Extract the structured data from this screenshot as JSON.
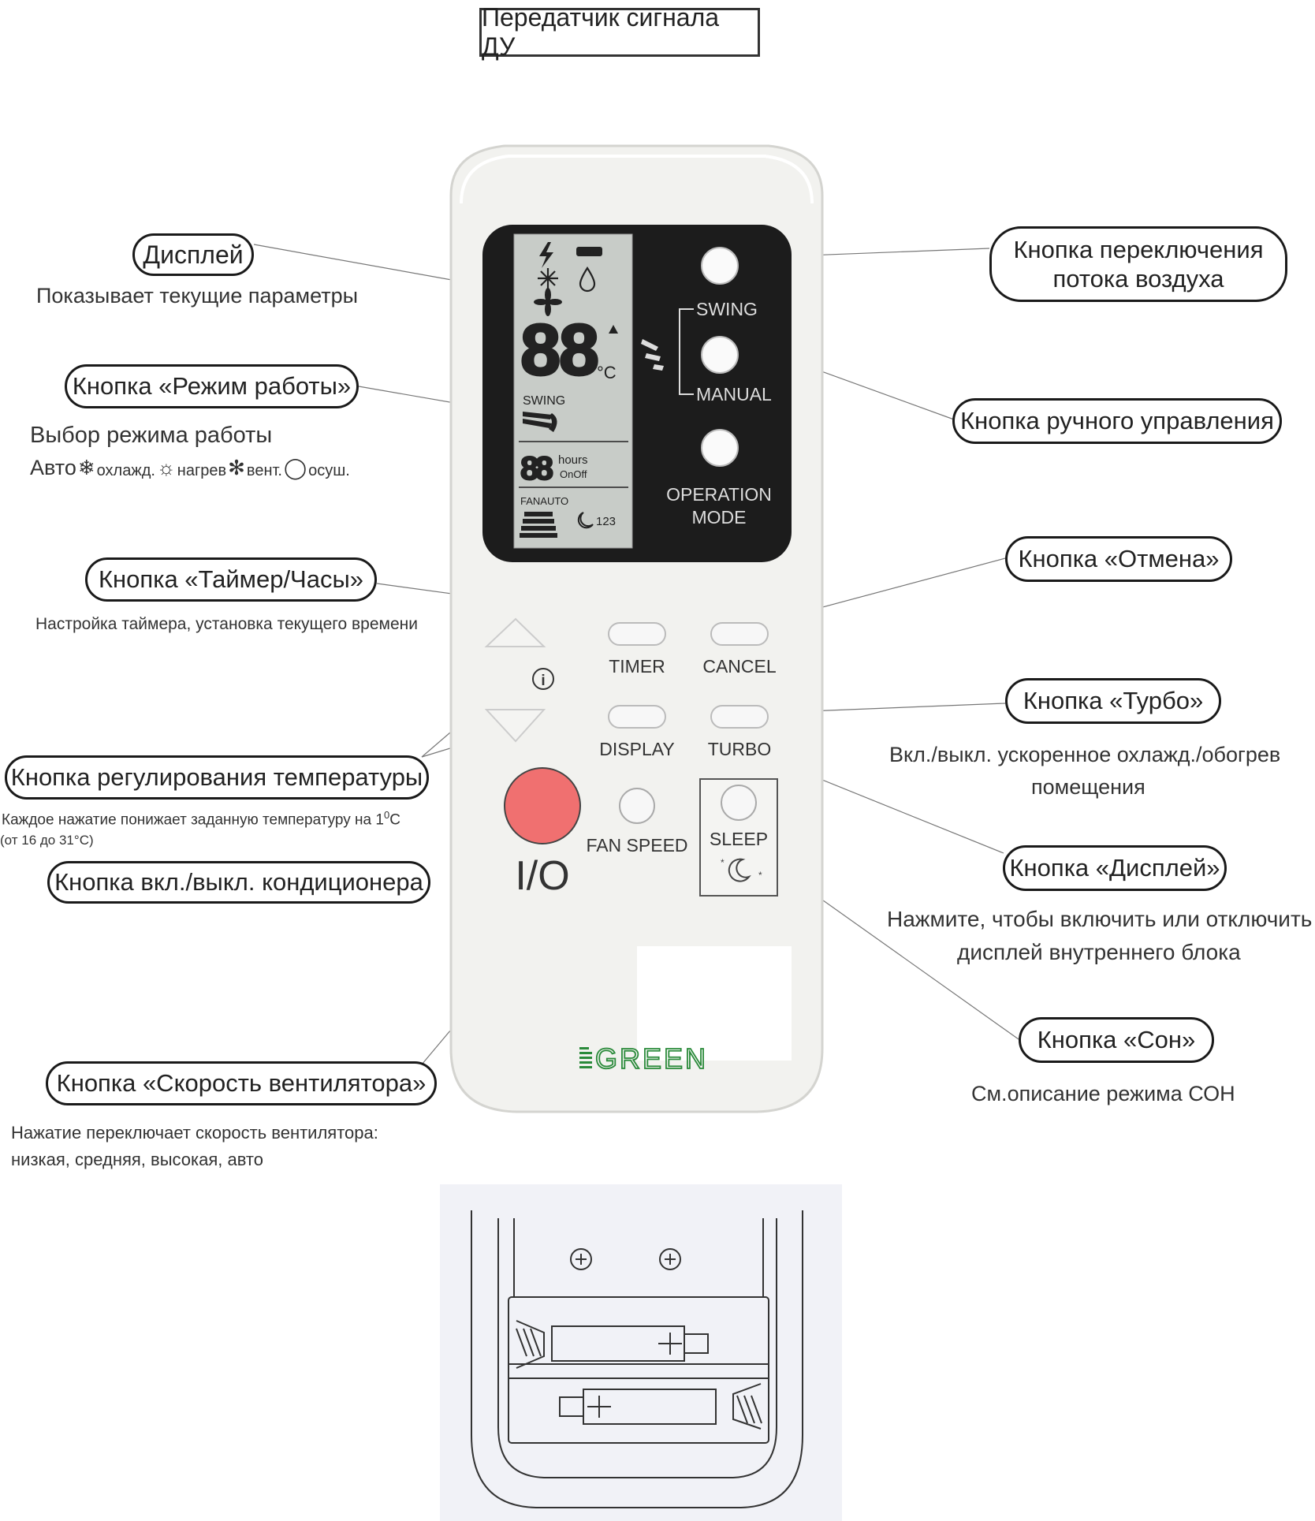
{
  "title": "Передатчик сигнала ДУ",
  "lcd": {
    "auto": "AUTO",
    "digits": "88",
    "unit": "°C",
    "swing": "SWING",
    "timer_digits": "88",
    "hours": "hours",
    "onoff": "OnOff",
    "fan_auto": "FANAUTO",
    "sleep_nums": "123"
  },
  "buttons": {
    "swing": "SWING",
    "manual": "MANUAL",
    "operation_mode": [
      "OPERATION",
      "MODE"
    ],
    "timer": "TIMER",
    "cancel": "CANCEL",
    "display": "DISPLAY",
    "turbo": "TURBO",
    "fan_speed": "FAN SPEED",
    "sleep": "SLEEP",
    "power": "I/O"
  },
  "brand": "GREEN",
  "callouts": {
    "display": {
      "title": "Дисплей",
      "desc": "Показывает текущие параметры"
    },
    "mode": {
      "title": "Кнопка «Режим работы»",
      "desc1": "Выбор режима работы",
      "desc2_auto": "Авто",
      "desc2_cool": "охлажд.",
      "desc2_heat": "нагрев",
      "desc2_fan": "вент.",
      "desc2_dry": "осуш."
    },
    "timer": {
      "title": "Кнопка «Таймер/Часы»",
      "desc": "Настройка таймера, установка текущего времени"
    },
    "temp": {
      "title": "Кнопка регулирования температуры",
      "desc1_a": "Каждое нажатие понижает заданную температуру на 1",
      "desc1_sup": "0",
      "desc1_b": "С",
      "desc2": "(от 16 до 31°С)"
    },
    "power": {
      "title": "Кнопка вкл./выкл. кондиционера"
    },
    "fan": {
      "title": "Кнопка «Скорость вентилятора»",
      "desc1": "Нажатие переключает скорость вентилятора:",
      "desc2": "низкая, средняя, высокая, авто"
    },
    "swing": {
      "title1": "Кнопка переключения",
      "title2": "потока воздуха"
    },
    "manual": {
      "title": "Кнопка ручного управления"
    },
    "cancel": {
      "title": "Кнопка «Отмена»"
    },
    "turbo": {
      "title": "Кнопка «Турбо»",
      "desc1": "Вкл./выкл. ускоренное охлажд./обогрев",
      "desc2": "помещения"
    },
    "disp_btn": {
      "title": "Кнопка «Дисплей»",
      "desc1": "Нажмите, чтобы включить или отключить",
      "desc2": "дисплей внутреннего блока"
    },
    "sleep": {
      "title": "Кнопка «Сон»",
      "desc": "См.описание режима СОН"
    }
  },
  "colors": {
    "power_button": "#f07070",
    "brand_green": "#2a8a3a",
    "lcd_bg": "#c8ccc8",
    "panel": "#1c1c1c"
  }
}
